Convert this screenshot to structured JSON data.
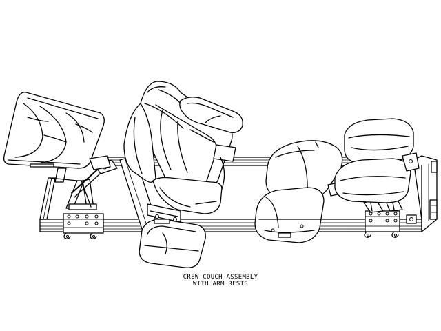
{
  "caption": {
    "line1": "CREW COUCH ASSEMBLY",
    "line2": "WITH ARM RESTS"
  },
  "drawing": {
    "style": "black line art on white",
    "line_color": "#000000",
    "background_color": "#ffffff"
  }
}
